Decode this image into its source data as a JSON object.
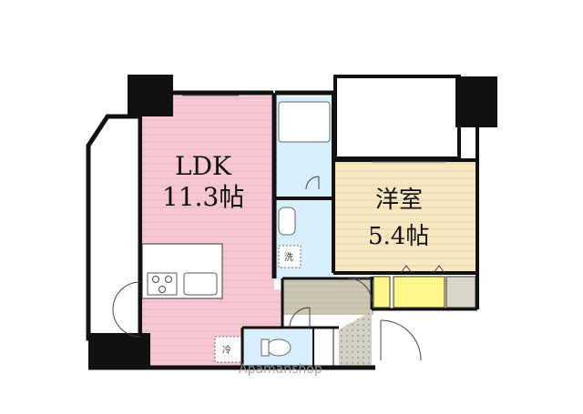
{
  "rooms": {
    "ldk": {
      "name": "LDK",
      "size": "11.3帖"
    },
    "western": {
      "name": "洋室",
      "size": "5.4帖"
    }
  },
  "marks": {
    "washer": "洗",
    "fridge": "冷"
  },
  "watermark": "Apamanshop",
  "colors": {
    "ldk_floor": "#f6c8d2",
    "ldk_stripe": "#eeb6c4",
    "western_floor": "#f7e8c4",
    "western_stripe": "#ead6a6",
    "wet_area": "#d8eefa",
    "hall_floor": "#ccc7b3",
    "closet_yellow": "#fff68a",
    "closet_gray": "#d9d6c8",
    "wall": "#111111"
  }
}
